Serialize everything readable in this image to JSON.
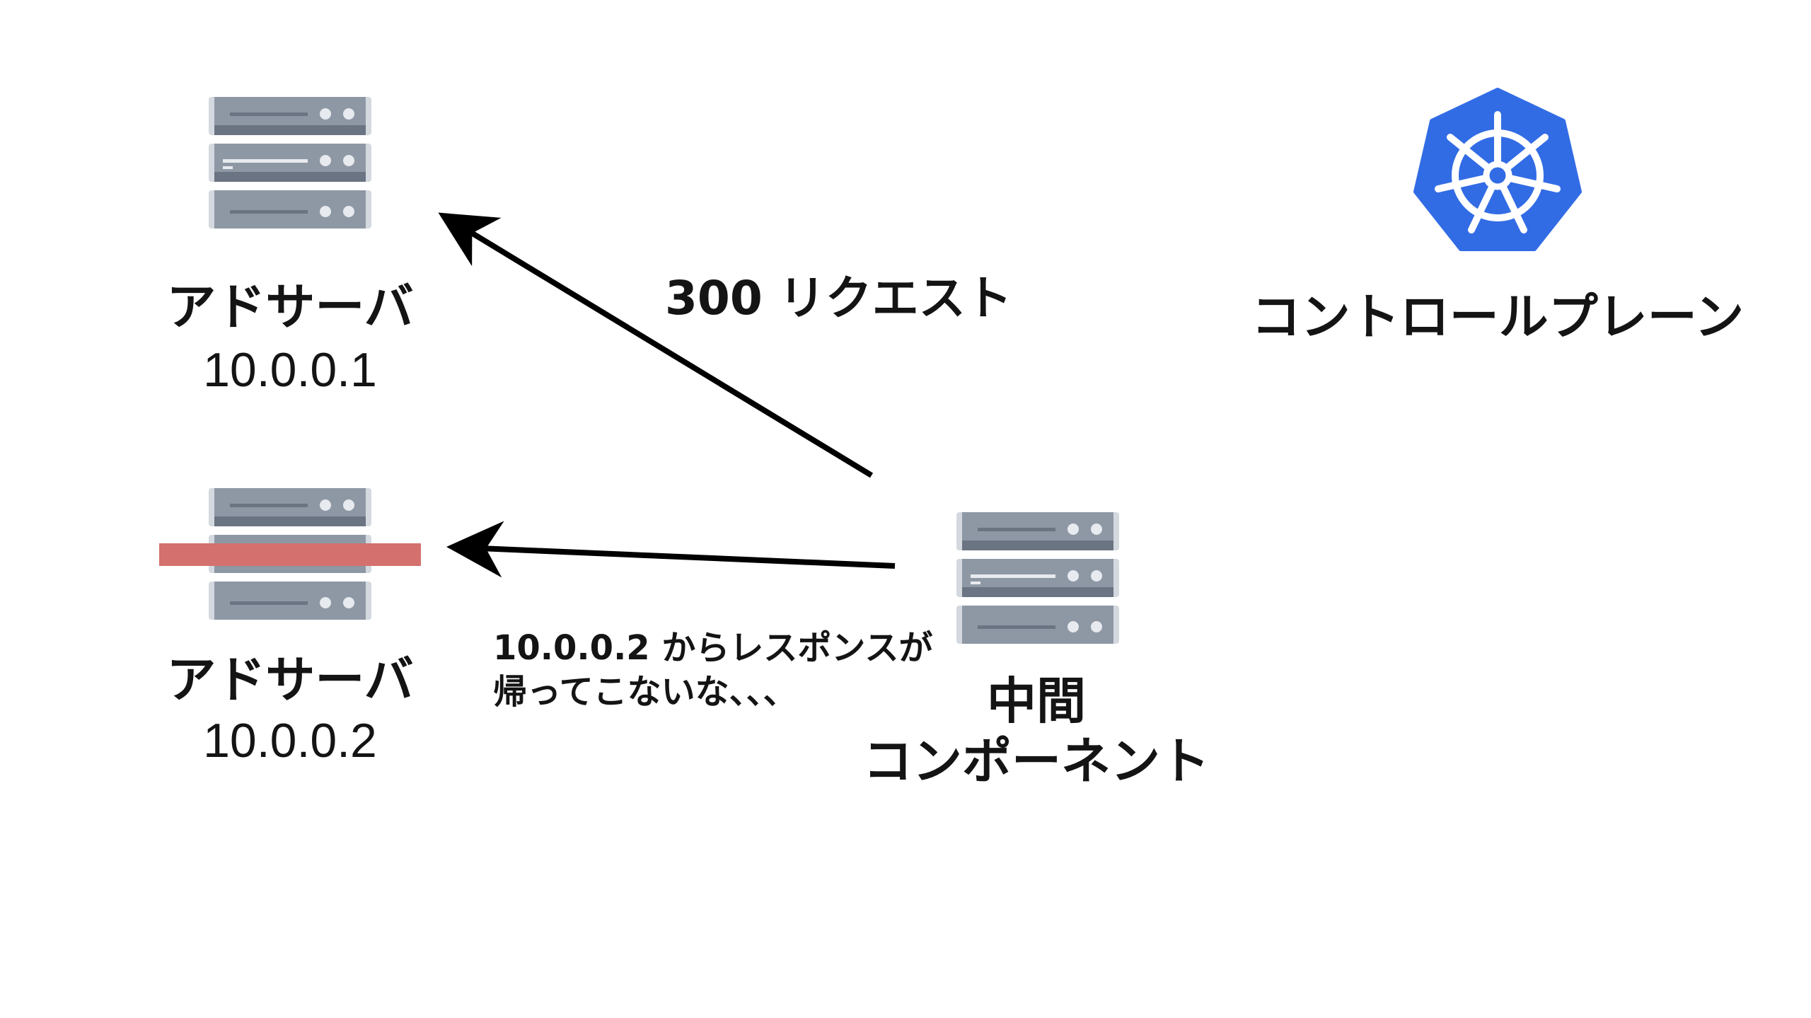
{
  "servers": {
    "ad_server_1": {
      "name": "アドサーバ",
      "ip": "10.0.0.1"
    },
    "ad_server_2": {
      "name": "アドサーバ",
      "ip": "10.0.0.2",
      "status": "down"
    },
    "middle_component": {
      "name_line1": "中間",
      "name_line2": "コンポーネント"
    }
  },
  "control_plane": {
    "label": "コントロールプレーン",
    "icon": "kubernetes-helm-icon",
    "color": "#326ce5"
  },
  "edges": {
    "request_label": "300 リクエスト",
    "no_response_line1": "10.0.0.2 からレスポンスが",
    "no_response_line2": "帰ってこないな、、、"
  },
  "colors": {
    "server_body": "#8e98a5",
    "server_bezel": "#d4d9df",
    "server_dark": "#6a7482",
    "failure_bar": "#d4706d",
    "arrow": "#000000"
  }
}
